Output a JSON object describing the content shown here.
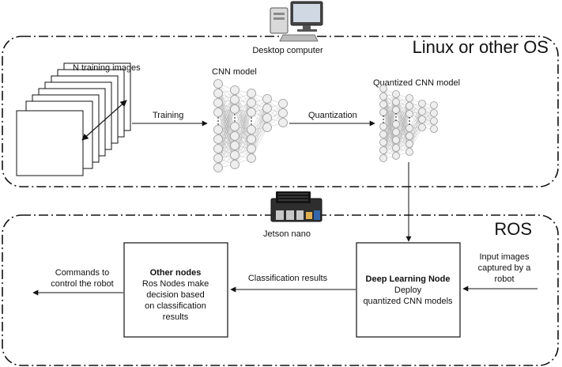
{
  "regions": {
    "top": {
      "label": "Linux or other OS"
    },
    "bottom": {
      "label": "ROS"
    }
  },
  "devices": {
    "desktop": {
      "label": "Desktop computer",
      "icon": "desktop-computer-icon"
    },
    "jetson": {
      "label": "Jetson nano",
      "icon": "jetson-nano-board-icon"
    }
  },
  "training": {
    "images_label": "N training images",
    "arrow_label": "Training"
  },
  "cnn": {
    "label": "CNN model",
    "quant_arrow_label": "Quantization",
    "quant_label": "Quantized CNN model"
  },
  "nodes": {
    "dl": {
      "title": "Deep Learning Node",
      "lines": [
        "Deploy",
        "quantized CNN models"
      ]
    },
    "other": {
      "title": "Other nodes",
      "lines": [
        "Ros Nodes make",
        "decision based",
        "on classification",
        "results"
      ]
    }
  },
  "flows": {
    "input": [
      "Input images",
      "captured by a",
      "robot"
    ],
    "classification": "Classification results",
    "commands": [
      "Commands to",
      "control the robot"
    ]
  },
  "colors": {
    "line": "#111111",
    "neuron_fill": "#eeeeee",
    "neuron_stroke": "#999999",
    "edge": "#aaaaaa"
  }
}
